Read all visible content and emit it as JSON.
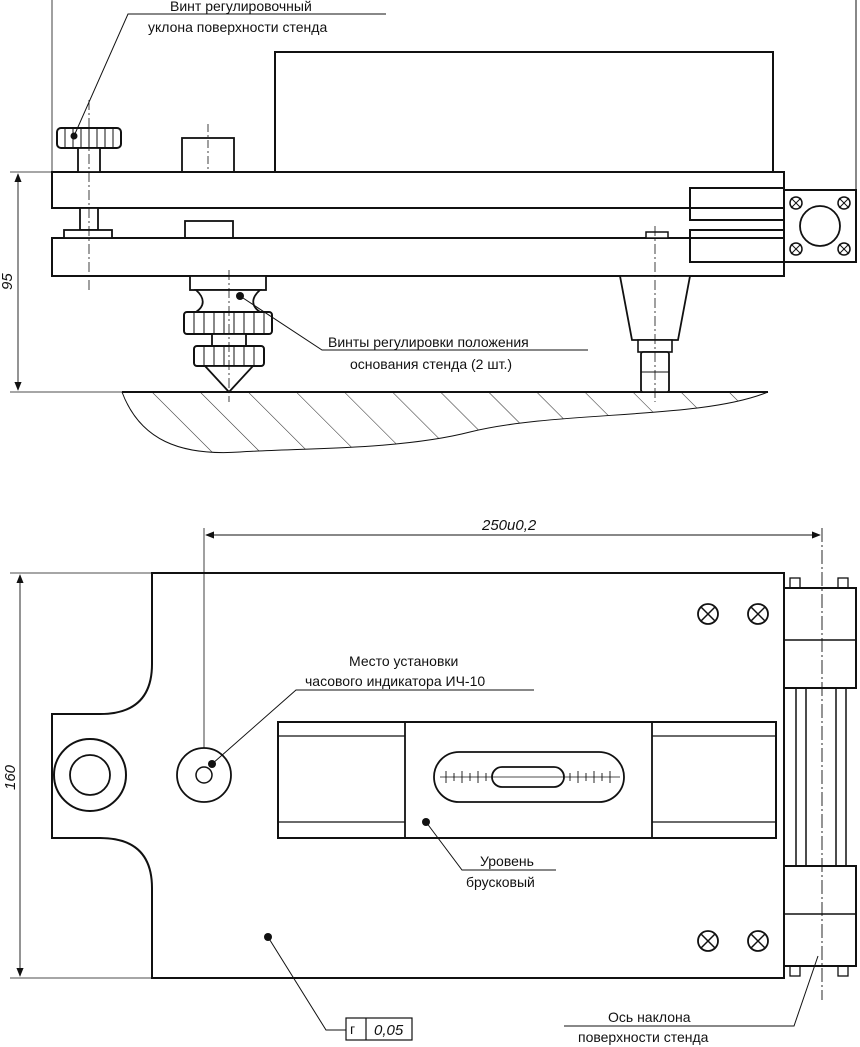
{
  "side_view": {
    "callout_screw_line1": "Винт регулировочный",
    "callout_screw_line2": "уклона поверхности стенда",
    "callout_base_line1": "Винты регулировки положения",
    "callout_base_line2": "основания стенда (2 шт.)",
    "height_dim": "95"
  },
  "top_view": {
    "length_dim": "250и0,2",
    "width_dim": "160",
    "callout_indicator_line1": "Место установки",
    "callout_indicator_line2": "часового индикатора ИЧ-10",
    "callout_level_line1": "Уровень",
    "callout_level_line2": "брусковый",
    "flatness_symbol": "г",
    "flatness_value": "0,05",
    "callout_axis_line1": "Ось наклона",
    "callout_axis_line2": "поверхности стенда"
  }
}
